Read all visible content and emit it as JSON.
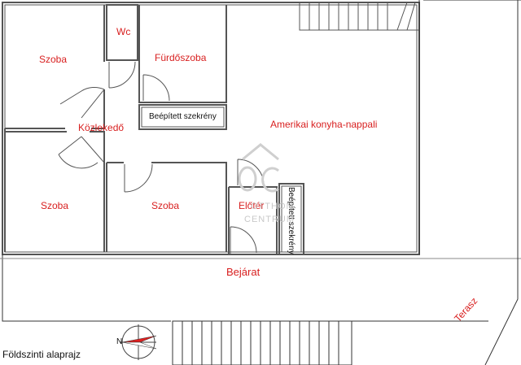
{
  "plan": {
    "caption": "Földszinti alaprajz",
    "rooms": {
      "szoba_top_left": "Szoba",
      "wc": "Wc",
      "furdoszoba": "Fürdőszoba",
      "beepitett_szekreny_top": "Beépített szekrény",
      "kozlekedo": "Közlekedő",
      "amerikai_konyha": "Amerikai konyha-nappali",
      "szoba_bottom_left": "Szoba",
      "szoba_bottom_mid": "Szoba",
      "eloter": "Előtér",
      "beepitett_szekreny_vertical": "Beépített szekrény",
      "bejarat": "Bejárat",
      "terasz": "Terasz"
    },
    "compass": {
      "north_label": "N",
      "icon": "compass-icon"
    },
    "watermark": {
      "logo": "ÖC",
      "line1": "OTTHON",
      "line2": "CENTRUM"
    },
    "colors": {
      "label": "#d81f1f",
      "wall": "#555555",
      "line": "#333333"
    }
  }
}
